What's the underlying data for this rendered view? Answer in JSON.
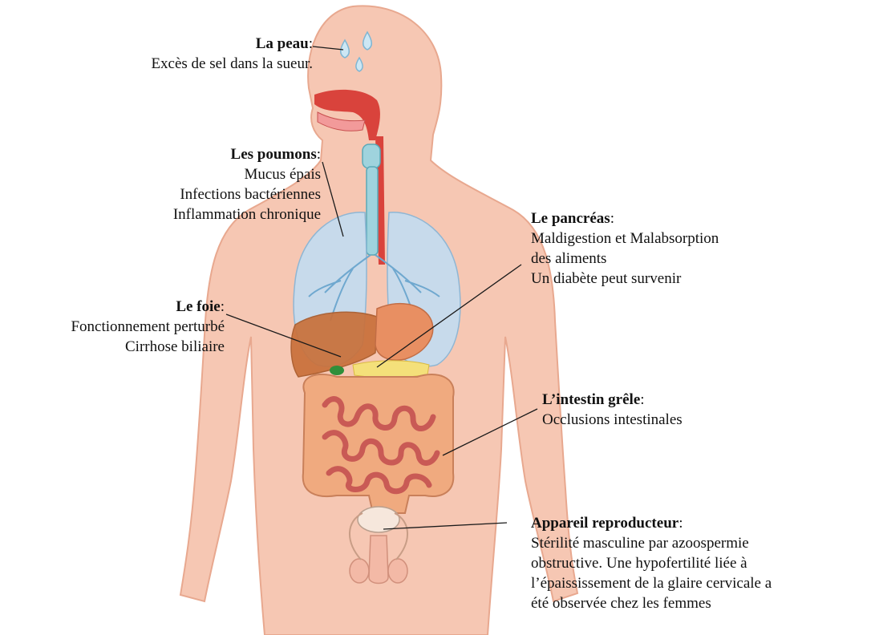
{
  "colors": {
    "skin": "#f6c7b3",
    "skin_edge": "#e8a88f",
    "lung": "#c5dcee",
    "liver": "#c9703a",
    "intestine": "#d8746b",
    "colon": "#f0aa7f",
    "trachea": "#9fd3dd",
    "airway": "#d9433c",
    "leader": "#1a1a1a"
  },
  "labels": {
    "skin": {
      "title": "La peau",
      "lines": [
        "Excès de sel dans la sueur."
      ]
    },
    "lungs": {
      "title": "Les poumons",
      "lines": [
        "Mucus épais",
        "Infections bactériennes",
        "Inflammation chronique"
      ]
    },
    "pancreas": {
      "title": "Le pancréas",
      "lines": [
        "Maldigestion et Malabsorption",
        "des aliments",
        "Un diabète peut survenir"
      ]
    },
    "liver": {
      "title": "Le foie",
      "lines": [
        "Fonctionnement perturbé",
        "Cirrhose biliaire"
      ]
    },
    "intestine": {
      "title": "L’intestin grêle",
      "lines": [
        "Occlusions intestinales"
      ]
    },
    "reproductive": {
      "title": "Appareil reproducteur",
      "lines": [
        "Stérilité masculine par azoospermie",
        "obstructive. Une hypofertilité liée à",
        "l’épaississement de la glaire cervicale a",
        "été observée  chez les femmes"
      ]
    }
  }
}
